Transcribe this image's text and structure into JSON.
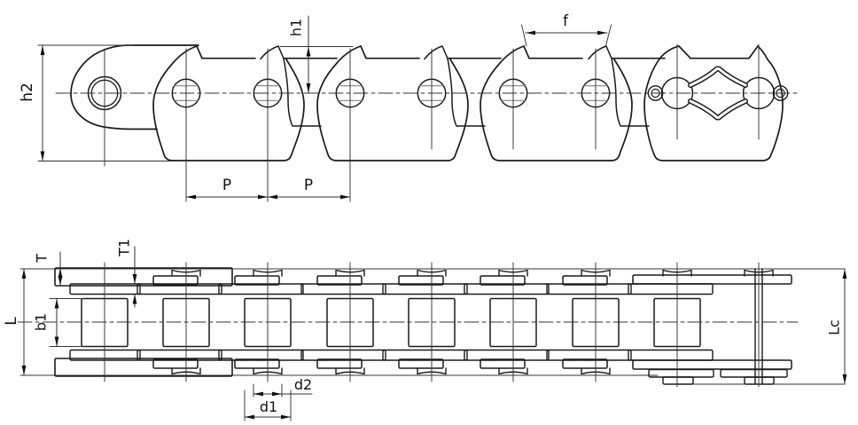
{
  "drawing": {
    "type": "technical-dimension-drawing",
    "subject": "sharp-top conveyor roller chain, side elevation and plan view",
    "line_color": "#1a1a1a",
    "background": "#ffffff"
  },
  "labels": {
    "side": {
      "h2": "h2",
      "h1": "h1",
      "f": "f",
      "p_left": "P",
      "p_right": "P"
    },
    "plan": {
      "T": "T",
      "T1": "T1",
      "L": "L",
      "b1": "b1",
      "d2": "d2",
      "d1": "d1",
      "Lc": "Lc"
    }
  }
}
